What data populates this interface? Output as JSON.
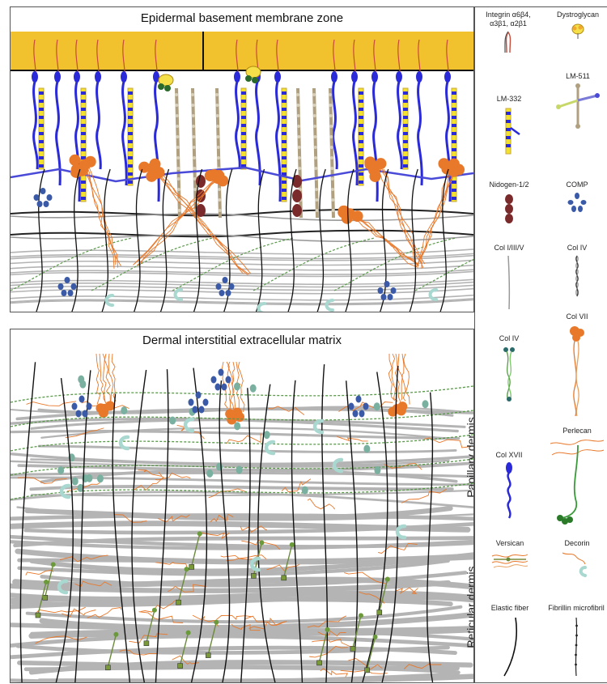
{
  "top_panel": {
    "title": "Epidermal basement membrane zone"
  },
  "bottom_panel": {
    "title": "Dermal interstitial extracellular matrix",
    "regions": {
      "papillary": "Papillary dermis",
      "reticular": "Reticular dermis"
    }
  },
  "legend": {
    "integrin": "Integrin α6β4, α3β1, α2β1",
    "dystroglycan": "Dystroglycan",
    "lm332": "LM-332",
    "lm511": "LM-511",
    "nidogen": "Nidogen-1/2",
    "comp": "COMP",
    "col135": "Col I/III/V",
    "col4a": "Col IV",
    "col7": "Col VII",
    "col4b": "Col IV",
    "perlecan": "Perlecan",
    "col17": "Col XVII",
    "versican": "Versican",
    "decorin": "Decorin",
    "elastic": "Elastic fiber",
    "fibrillin": "Fibrillin microfibril"
  },
  "colors": {
    "epidermis": "#f2c12e",
    "collagen_fibril": "#b4b4b4",
    "col7": "#e8782a",
    "col4": "#5a9a4a",
    "col17": "#2a2ad8",
    "lm332": "#c8a838",
    "comp": "#3a5aa8",
    "nidogen": "#7a2a2a",
    "elastic": "#111111",
    "decorin": "#a8d8d0",
    "perlecan": "#3a9a3a"
  }
}
